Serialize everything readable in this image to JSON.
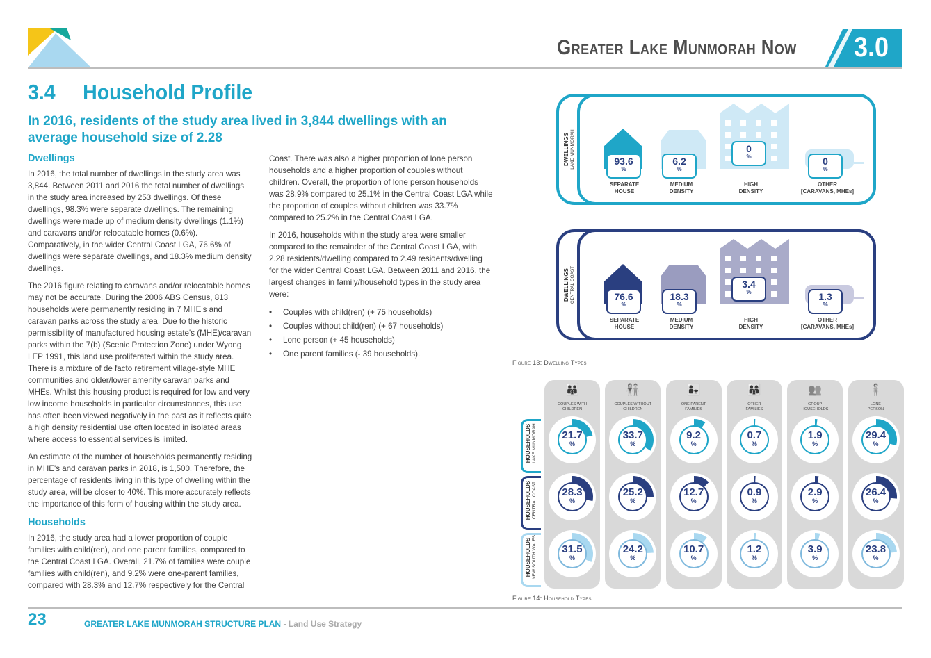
{
  "header": {
    "doc_title": "Greater Lake Munmorah Now",
    "section_number": "3.0",
    "colors": {
      "accent": "#1fa6c8",
      "yellow": "#f5c518",
      "teal": "#16a89c",
      "light_blue": "#a9d8f0",
      "navy": "#2a3f80"
    }
  },
  "section": {
    "number": "3.4",
    "title": "Household Profile",
    "intro": "In 2016, residents of the study area lived in 3,844 dwellings with an average household size of 2.28"
  },
  "col1": {
    "dwellings_heading": "Dwellings",
    "p1": "In 2016, the total number of dwellings in the study area was 3,844. Between 2011 and 2016 the total number of dwellings in the study area increased by 253 dwellings. Of these dwellings, 98.3% were separate dwellings. The remaining dwellings were made up of medium density dwellings (1.1%) and caravans and/or relocatable homes (0.6%). Comparatively, in the wider Central Coast LGA, 76.6% of dwellings were separate dwellings, and 18.3% medium density dwellings.",
    "p2": "The 2016 figure relating to caravans and/or relocatable homes may not be accurate. During the 2006 ABS Census, 813 households were permanently residing in 7 MHE's and caravan parks across the study area. Due to the historic permissibility of manufactured housing estate's (MHE)/caravan parks within the 7(b) (Scenic Protection Zone) under Wyong LEP 1991, this land use proliferated within the study area. There is a mixture of de facto retirement village-style MHE communities and older/lower amenity caravan parks and MHEs. Whilst this housing product is required for low and very low income households in particular circumstances, this use has often been viewed negatively in the past as it reflects quite a high density residential use often located in isolated areas where access to essential services is limited.",
    "p3": "An estimate of the number of households permanently residing in MHE's and caravan parks in 2018, is 1,500. Therefore, the percentage of residents living in this type of dwelling within the study area, will be closer to 40%. This more accurately reflects the importance of this form of housing within the study area.",
    "households_heading": "Households",
    "p4": "In 2016, the study area had a lower proportion of couple families with child(ren), and one parent families, compared to the Central Coast LGA. Overall, 21.7% of families were couple families with child(ren), and 9.2% were one-parent families, compared with 28.3% and 12.7% respectively for the Central"
  },
  "col2": {
    "p1": "Coast. There was also a higher proportion of lone person households and a higher proportion of couples without children. Overall, the proportion of lone person households was 28.9% compared to 25.1% in the Central Coast LGA while the proportion of couples without children was 33.7% compared to 25.2% in the Central Coast LGA.",
    "p2": "In 2016, households within the study area were smaller compared to the remainder of the Central Coast LGA, with 2.28 residents/dwelling compared to 2.49 residents/dwelling for the wider Central Coast LGA. Between 2011 and 2016, the largest changes in family/household types in the study area were:",
    "bullets": [
      "Couples with child(ren) (+ 75 households)",
      "Couples without child(ren) (+ 67 households)",
      "Lone person (+ 45 households)",
      "One parent families (- 39 households)."
    ]
  },
  "dwellings": {
    "pct_symbol": "%",
    "panels": [
      {
        "label": "DWELLINGS",
        "sublabel": "LAKE MUNMORAH",
        "color": "#1fa6c8",
        "light": "#cfe9f6",
        "values": [
          "93.6",
          "6.2",
          "0",
          "0"
        ]
      },
      {
        "label": "DWELLINGS",
        "sublabel": "CENTRAL COAST",
        "color": "#2a3f80",
        "light": "#b9bcd6",
        "values": [
          "76.6",
          "18.3",
          "3.4",
          "1.3"
        ]
      }
    ],
    "types": [
      {
        "line1": "SEPARATE",
        "line2": "HOUSE"
      },
      {
        "line1": "MEDIUM",
        "line2": "DENSITY"
      },
      {
        "line1": "HIGH",
        "line2": "DENSITY"
      },
      {
        "line1": "OTHER",
        "line2": "[CARAVANS, MHEs]"
      }
    ],
    "caption": "Figure 13: Dwelling Types"
  },
  "households": {
    "pct_symbol": "%",
    "columns": [
      {
        "line1": "COUPLES WITH",
        "line2": "CHILDREN",
        "glyph": "👪"
      },
      {
        "line1": "COUPLES WITHOUT",
        "line2": "CHILDREN",
        "glyph": "👫"
      },
      {
        "line1": "ONE PARENT",
        "line2": "FAMILIES",
        "glyph": "👩‍👧"
      },
      {
        "line1": "OTHER",
        "line2": "FAMILIES",
        "glyph": "👨‍👩‍👦"
      },
      {
        "line1": "GROUP",
        "line2": "HOUSEHOLDS",
        "glyph": "👥"
      },
      {
        "line1": "LONE",
        "line2": "PERSON",
        "glyph": "🧍"
      }
    ],
    "rows": [
      {
        "label": "HOUSEHOLDS",
        "sublabel": "LAKE MUNMORAH",
        "color": "#1fa6c8",
        "values": [
          21.7,
          33.7,
          9.2,
          0.7,
          1.9,
          29.4
        ],
        "text": [
          "21.7",
          "33.7",
          "9.2",
          "0.7",
          "1.9",
          "29.4"
        ]
      },
      {
        "label": "HOUSEHOLDS",
        "sublabel": "CENTRAL COAST",
        "color": "#2a3f80",
        "values": [
          28.3,
          25.2,
          12.7,
          0.9,
          2.9,
          26.4
        ],
        "text": [
          "28.3",
          "25.2",
          "12.7",
          "0.9",
          "2.9",
          "26.4"
        ]
      },
      {
        "label": "HOUSEHOLDS",
        "sublabel": "NEW SOUTH WALES",
        "color": "#a9d8f0",
        "values": [
          31.5,
          24.2,
          10.7,
          1.2,
          3.9,
          23.8
        ],
        "text": [
          "31.5",
          "24.2",
          "10.7",
          "1.2",
          "3.9",
          "23.8"
        ]
      }
    ],
    "caption": "Figure 14: Household Types"
  },
  "footer": {
    "page_number": "23",
    "title": "GREATER LAKE MUNMORAH STRUCTURE PLAN",
    "subtitle": " - Land Use Strategy"
  }
}
